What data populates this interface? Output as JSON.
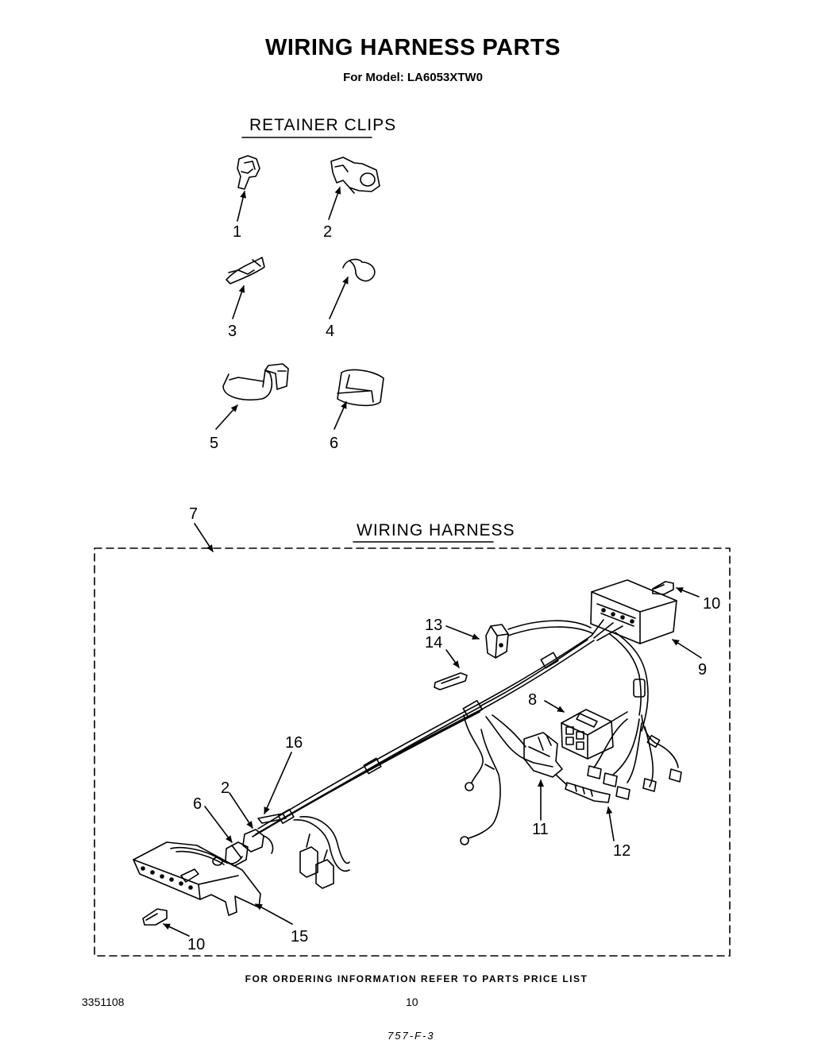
{
  "title": "WIRING HARNESS PARTS",
  "subtitle": "For Model: LA6053XTW0",
  "sections": {
    "retainer_clips": "RETAINER CLIPS",
    "wiring_harness": "WIRING HARNESS"
  },
  "callouts": {
    "c1": "1",
    "c2": "2",
    "c3": "3",
    "c4": "4",
    "c5": "5",
    "c6": "6",
    "c7": "7",
    "c8": "8",
    "c9": "9",
    "c10a": "10",
    "c10b": "10",
    "c11": "11",
    "c12": "12",
    "c13": "13",
    "c14": "14",
    "c15": "15",
    "c16": "16",
    "c2b": "2",
    "c6b": "6"
  },
  "footer": {
    "ordering": "FOR ORDERING INFORMATION REFER TO PARTS PRICE LIST",
    "doc_number": "3351108",
    "page": "10",
    "drawing_code": "757-F-3"
  }
}
